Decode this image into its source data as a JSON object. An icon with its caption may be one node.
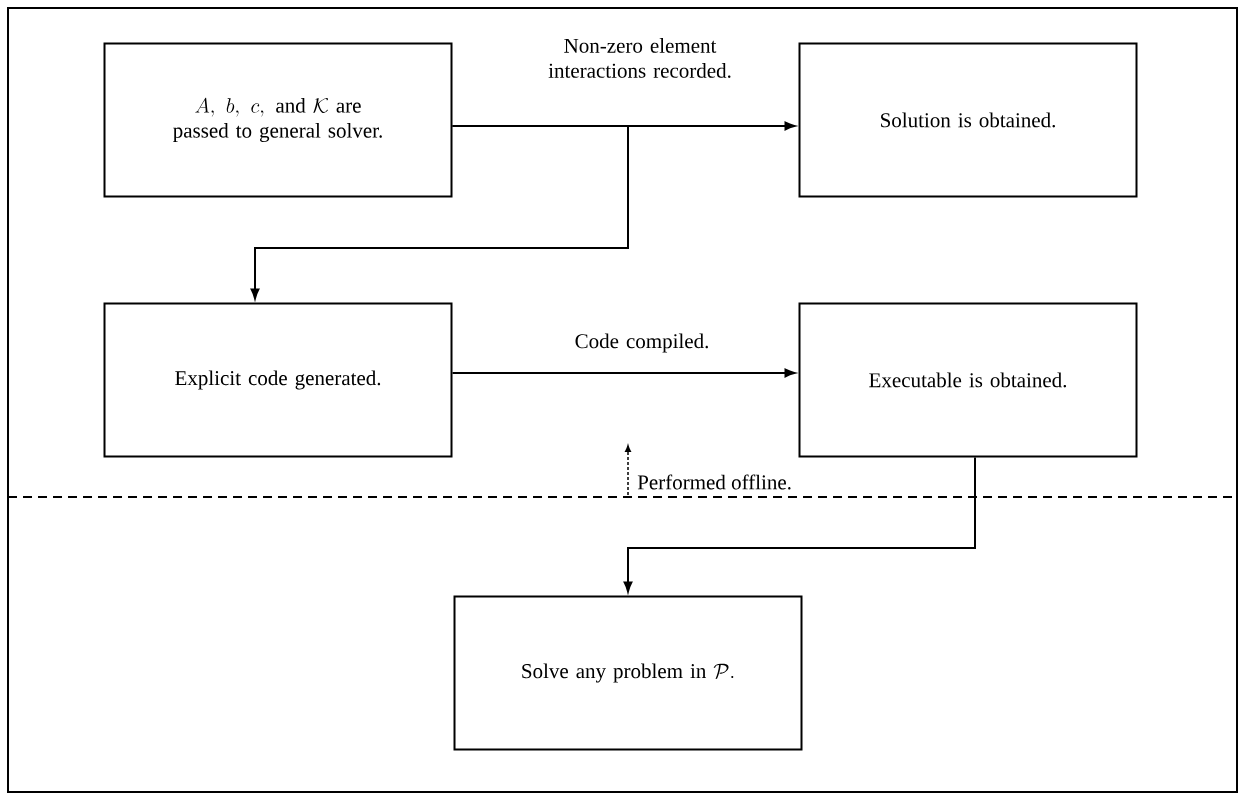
{
  "diagram": {
    "nodes": [
      {
        "text": [
          "A,\\ b,\\ c,\\ \\text{and}\\ \\mathcal{K}\\ \\text{are}\\allowbreak\\ \\text{passed to general solver.}"
        ]
      },
      {
        "text": [
          "Solution is obtained."
        ]
      },
      {
        "text": [
          "Explicit code generated."
        ]
      },
      {
        "text": [
          "Executable is obtained."
        ]
      },
      {
        "text": [
          "\\text{Solve any problem}\\allowbreak\\ \\text{in}\\ \\mathcal{P}."
        ]
      }
    ],
    "edges": [
      {
        "from": 0,
        "to": 1,
        "arrow": "to",
        "label": "Non-zero element interactions recorded."
      },
      {
        "from": 0,
        "to": 2,
        "arrow": "to"
      },
      {
        "from": 2,
        "to": 3,
        "arrow": "to",
        "label": "Code compiled."
      },
      {
        "from": 3,
        "to": 4,
        "arrow": "to"
      }
    ],
    "labels": [
      "Performed offline."
    ]
  }
}
